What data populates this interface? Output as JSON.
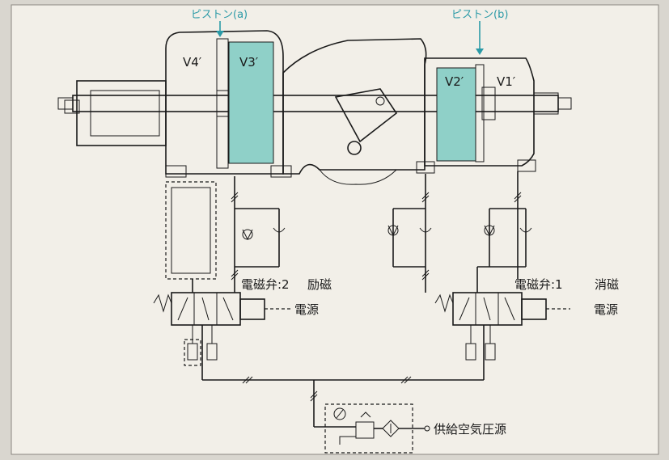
{
  "labels": {
    "piston_a": "ピストン(a)",
    "piston_b": "ピストン(b)",
    "v4": "V4′",
    "v3": "V3′",
    "v2": "V2′",
    "v1": "V1′",
    "solenoid_2": "電磁弁:2",
    "excite": "励磁",
    "solenoid_1": "電磁弁:1",
    "deexcite": "消磁",
    "power_1": "電源",
    "power_2": "電源",
    "air_supply": "供給空気圧源"
  },
  "colors": {
    "chamber_fill": "#8fd0c8",
    "accent": "#2b9aa7",
    "line": "#1a1a1a",
    "paper": "#f2efe8",
    "background": "#d9d6cf"
  }
}
